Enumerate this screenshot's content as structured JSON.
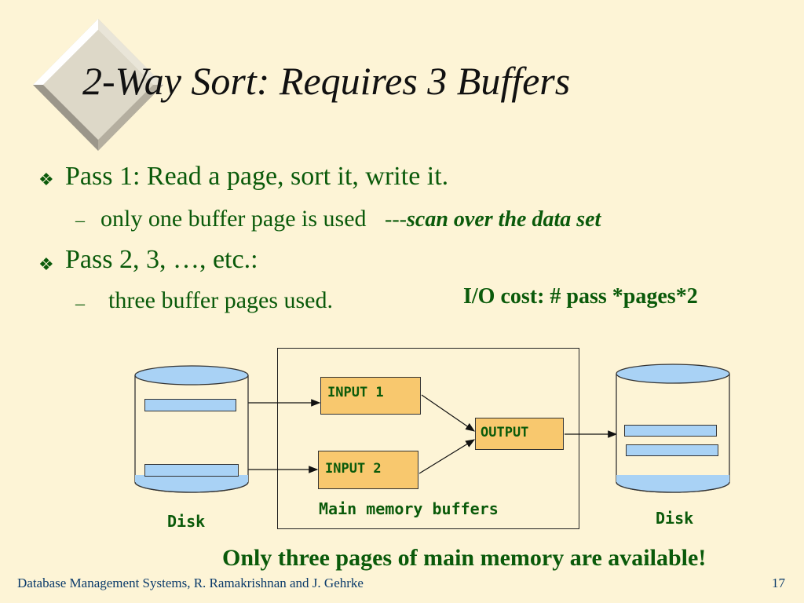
{
  "slide": {
    "title": "2-Way Sort: Requires 3 Buffers",
    "bullets": [
      {
        "text": "Pass 1: Read a page, sort it, write it."
      },
      {
        "text": "Pass 2, 3, …, etc.:"
      }
    ],
    "sub_bullets": [
      {
        "dash": "–",
        "text": "only one buffer page is used",
        "suffix_dashes": "---",
        "suffix_em": "scan over the data set"
      },
      {
        "dash": "–",
        "text": "three buffer pages used."
      }
    ],
    "io_cost": "I/O cost: # pass *pages*2",
    "note": "Only three pages of main memory are available!"
  },
  "diagram": {
    "left_disk_label": "Disk",
    "right_disk_label": "Disk",
    "input1": "INPUT 1",
    "input2": "INPUT 2",
    "output": "OUTPUT",
    "memory_label": "Main memory buffers"
  },
  "footer": {
    "citation": "Database Management Systems, R. Ramakrishnan and J. Gehrke",
    "page_number": "17"
  },
  "colors": {
    "background": "#fdf4d6",
    "text_green": "#0a5a0a",
    "buffer_fill": "#f8c86e",
    "disk_fill": "#a9d2f5"
  }
}
